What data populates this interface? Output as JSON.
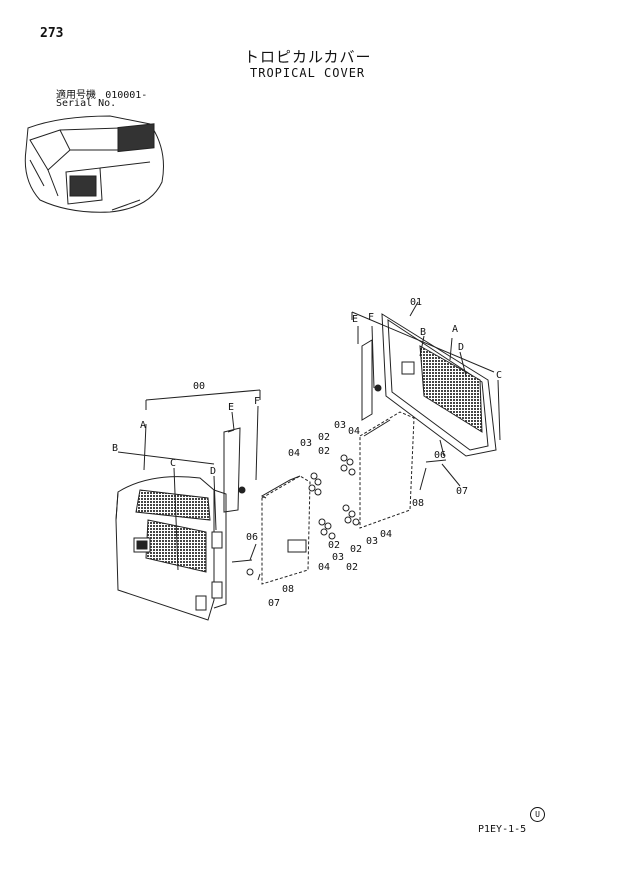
{
  "page_number": "273",
  "title_jp": "トロピカルカバー",
  "title_en": "TROPICAL COVER",
  "serial": {
    "label_jp": "適用号機",
    "range": "010001-",
    "label_en": "Serial No."
  },
  "code": "P1EY-1-5",
  "code_mark": "U",
  "callouts": {
    "c00": "00",
    "c01": "01",
    "A": "A",
    "B": "B",
    "C": "C",
    "D": "D",
    "E": "E",
    "F": "F",
    "p02": "02",
    "p03": "03",
    "p04": "04",
    "p06": "06",
    "p07": "07",
    "p08": "08"
  }
}
